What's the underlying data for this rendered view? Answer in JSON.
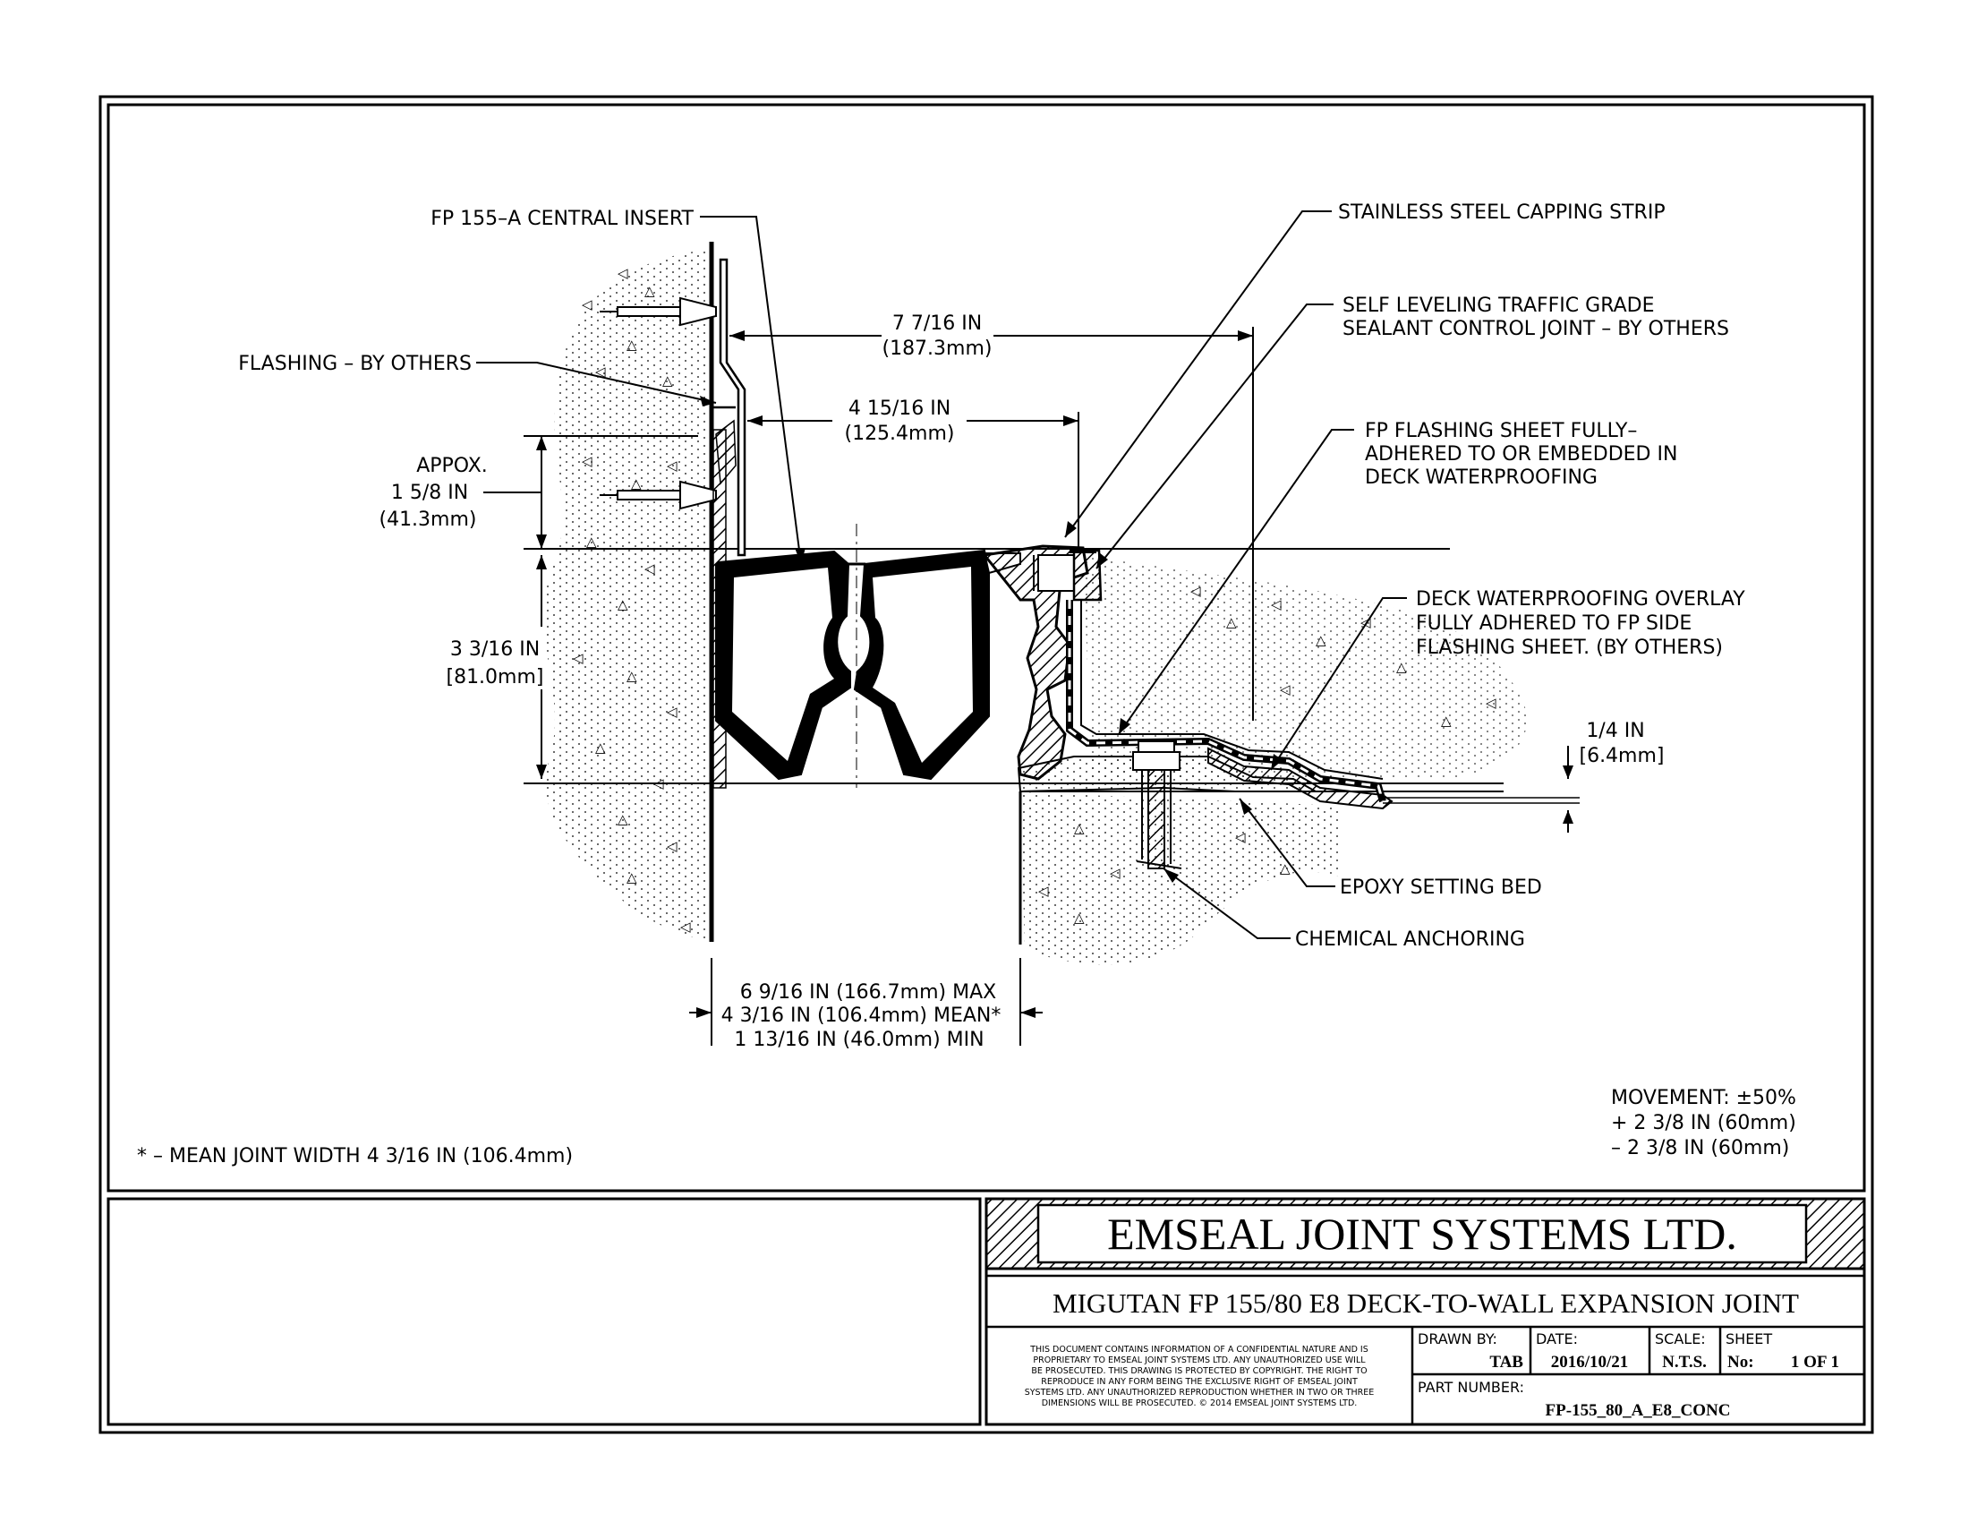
{
  "labels": {
    "central_insert": "FP 155–A CENTRAL INSERT",
    "flashing": "FLASHING – BY OTHERS",
    "approx_1": "APPOX.",
    "approx_2": "1 5/8 IN",
    "approx_3": "(41.3mm)",
    "depth_1": "3 3/16 IN",
    "depth_2": "[81.0mm]",
    "dim_7_1": "7 7/16 IN",
    "dim_7_2": "(187.3mm)",
    "dim_4_1": "4 15/16 IN",
    "dim_4_2": "(125.4mm)",
    "capping": "STAINLESS STEEL CAPPING STRIP",
    "sealant_1": "SELF LEVELING TRAFFIC GRADE",
    "sealant_2": "SEALANT CONTROL JOINT – BY OTHERS",
    "fp_sheet_1": "FP FLASHING SHEET FULLY–",
    "fp_sheet_2": "ADHERED TO OR EMBEDDED IN",
    "fp_sheet_3": "DECK WATERPROOFING",
    "overlay_1": "DECK WATERPROOFING OVERLAY",
    "overlay_2": "FULLY ADHERED TO FP SIDE",
    "overlay_3": "FLASHING SHEET. (BY OTHERS)",
    "quarter_1": "1/4 IN",
    "quarter_2": "[6.4mm]",
    "epoxy": "EPOXY SETTING BED",
    "anchoring": "CHEMICAL ANCHORING",
    "width_max": "6 9/16 IN (166.7mm) MAX",
    "width_mean": "4 3/16 IN (106.4mm) MEAN*",
    "width_min": "1 13/16 IN (46.0mm) MIN",
    "movement_1": "MOVEMENT: ±50%",
    "movement_2": "+ 2 3/8 IN (60mm)",
    "movement_3": "– 2 3/8 IN (60mm)",
    "footnote": "* – MEAN JOINT WIDTH 4 3/16 IN (106.4mm)"
  },
  "title_block": {
    "company": "EMSEAL JOINT SYSTEMS LTD.",
    "drawing_title": "MIGUTAN FP 155/80 E8  DECK-TO-WALL EXPANSION JOINT",
    "disclaimer_lines": [
      "THIS DOCUMENT CONTAINS INFORMATION OF A CONFIDENTIAL NATURE AND IS",
      "PROPRIETARY TO EMSEAL JOINT SYSTEMS LTD. ANY UNAUTHORIZED USE WILL",
      "BE PROSECUTED. THIS DRAWING IS PROTECTED BY COPYRIGHT. THE RIGHT TO",
      "REPRODUCE IN ANY FORM BEING THE EXCLUSIVE RIGHT OF EMSEAL JOINT",
      "SYSTEMS LTD. ANY UNAUTHORIZED REPRODUCTION WHETHER IN TWO OR THREE",
      "DIMENSIONS WILL BE PROSECUTED. © 2014 EMSEAL JOINT SYSTEMS LTD."
    ],
    "drawn_by_label": "DRAWN BY:",
    "drawn_by": "TAB",
    "date_label": "DATE:",
    "date": "2016/10/21",
    "scale_label": "SCALE:",
    "scale": "N.T.S.",
    "sheet_label": "SHEET",
    "sheet_no_label": "No:",
    "sheet": "1 OF 1",
    "part_number_label": "PART NUMBER:",
    "part_number": "FP-155_80_A_E8_CONC"
  }
}
